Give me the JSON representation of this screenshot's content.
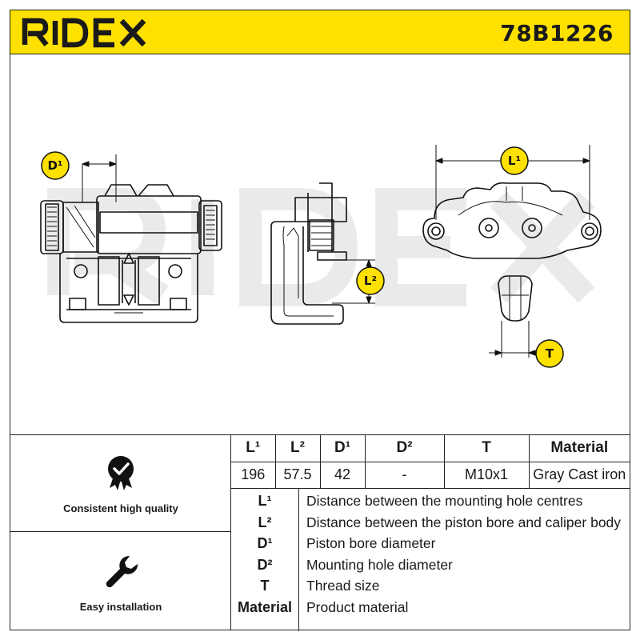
{
  "header": {
    "brand": "RIDEX",
    "part_number": "78B1226",
    "accent_color": "#ffe100"
  },
  "drawing": {
    "callouts": {
      "d1": "D¹",
      "l1": "L¹",
      "l2": "L²",
      "t": "T"
    },
    "watermark": "RIDEX"
  },
  "features": [
    {
      "icon": "quality-badge-icon",
      "label": "Consistent high quality"
    },
    {
      "icon": "wrench-icon",
      "label": "Easy installation"
    }
  ],
  "specs": {
    "headers": [
      "L¹",
      "L²",
      "D¹",
      "D²",
      "T",
      "Material"
    ],
    "values": [
      "196",
      "57.5",
      "42",
      "-",
      "M10x1",
      "Gray Cast iron"
    ]
  },
  "legend": [
    {
      "key": "L¹",
      "description": "Distance between the mounting hole centres"
    },
    {
      "key": "L²",
      "description": "Distance between the piston bore and caliper body"
    },
    {
      "key": "D¹",
      "description": "Piston bore diameter"
    },
    {
      "key": "D²",
      "description": "Mounting hole diameter"
    },
    {
      "key": "T",
      "description": "Thread size"
    },
    {
      "key": "Material",
      "description": "Product material"
    }
  ]
}
